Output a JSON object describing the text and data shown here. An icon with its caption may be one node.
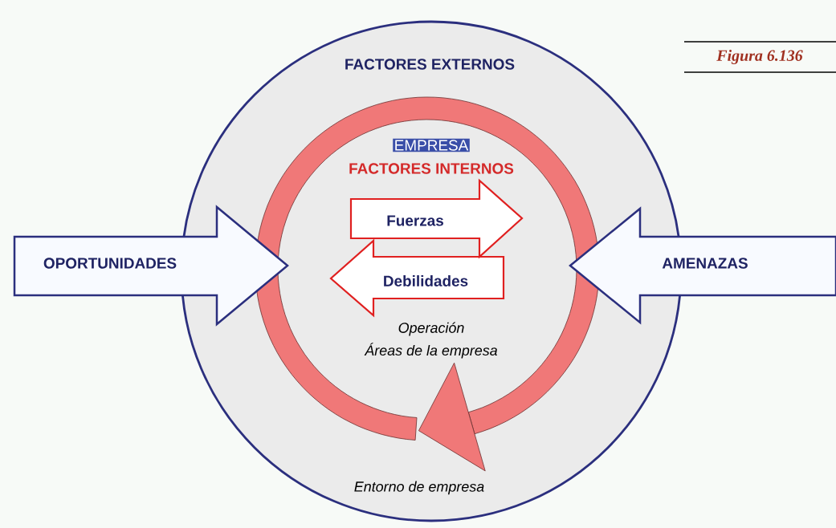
{
  "diagram": {
    "caption": "Figura 6.136",
    "nodes": [
      {
        "text": [
          "FACTORES EXTERNOS",
          "Entorno de empresa"
        ]
      },
      {
        "text": [
          "EMPRESA",
          "FACTORES INTERNOS",
          "Operación",
          "Áreas de la empresa"
        ],
        "in": 0
      },
      {
        "text": [
          "Fuerzas"
        ],
        "in": 1
      },
      {
        "text": [
          "Debilidades"
        ],
        "in": 1
      },
      {
        "text": [
          "OPORTUNIDADES"
        ]
      },
      {
        "text": [
          "AMENAZAS"
        ]
      }
    ]
  }
}
